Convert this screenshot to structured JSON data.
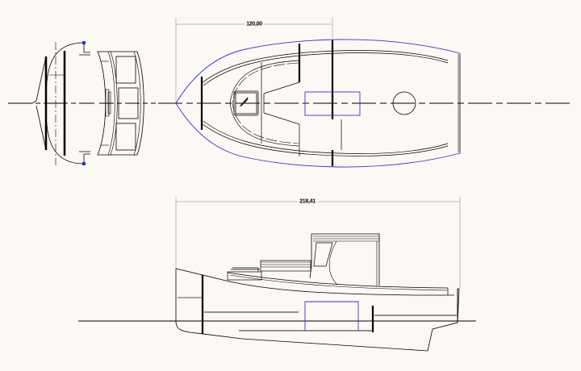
{
  "drawing": {
    "type": "boat technical drawing",
    "views": [
      "front view",
      "plan view",
      "side elevation"
    ],
    "colors": {
      "background": "#fcf8f4",
      "line": "#000000",
      "hull_outline": "#3333cc",
      "dimension_line": "#999999"
    }
  },
  "dimensions": {
    "plan_width": "120,00",
    "side_length": "218,41"
  }
}
